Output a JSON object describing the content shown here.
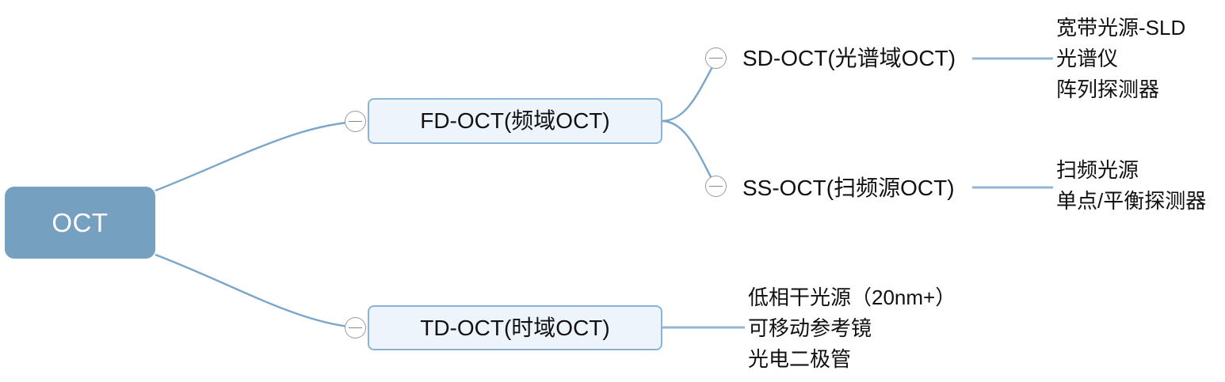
{
  "diagram": {
    "type": "mindmap",
    "title": "OCT",
    "colors": {
      "root_fill": "#76a0c0",
      "root_text": "#ffffff",
      "branch_fill": "#eef4fb",
      "branch_border": "#8cb3d6",
      "edge": "#7aa6cc",
      "text": "#111111",
      "toggle_border": "#9a9a9a",
      "background": "#ffffff"
    },
    "root": {
      "label": "OCT",
      "toggle_icon": "collapse-minus-icon"
    },
    "branches": [
      {
        "id": "fd",
        "label": "FD-OCT(频域OCT)",
        "toggle_icon": "collapse-minus-icon",
        "children": [
          {
            "id": "sd",
            "label": "SD-OCT(光谱域OCT)",
            "toggle_icon": "collapse-minus-icon",
            "leaf_lines": [
              "宽带光源-SLD",
              "光谱仪",
              "阵列探测器"
            ]
          },
          {
            "id": "ss",
            "label": "SS-OCT(扫频源OCT)",
            "toggle_icon": "collapse-minus-icon",
            "leaf_lines": [
              "扫频光源",
              "单点/平衡探测器"
            ]
          }
        ]
      },
      {
        "id": "td",
        "label": "TD-OCT(时域OCT)",
        "toggle_icon": "collapse-minus-icon",
        "children": [],
        "leaf_lines": [
          "低相干光源（20nm+）",
          "可移动参考镜",
          "光电二极管"
        ]
      }
    ]
  }
}
